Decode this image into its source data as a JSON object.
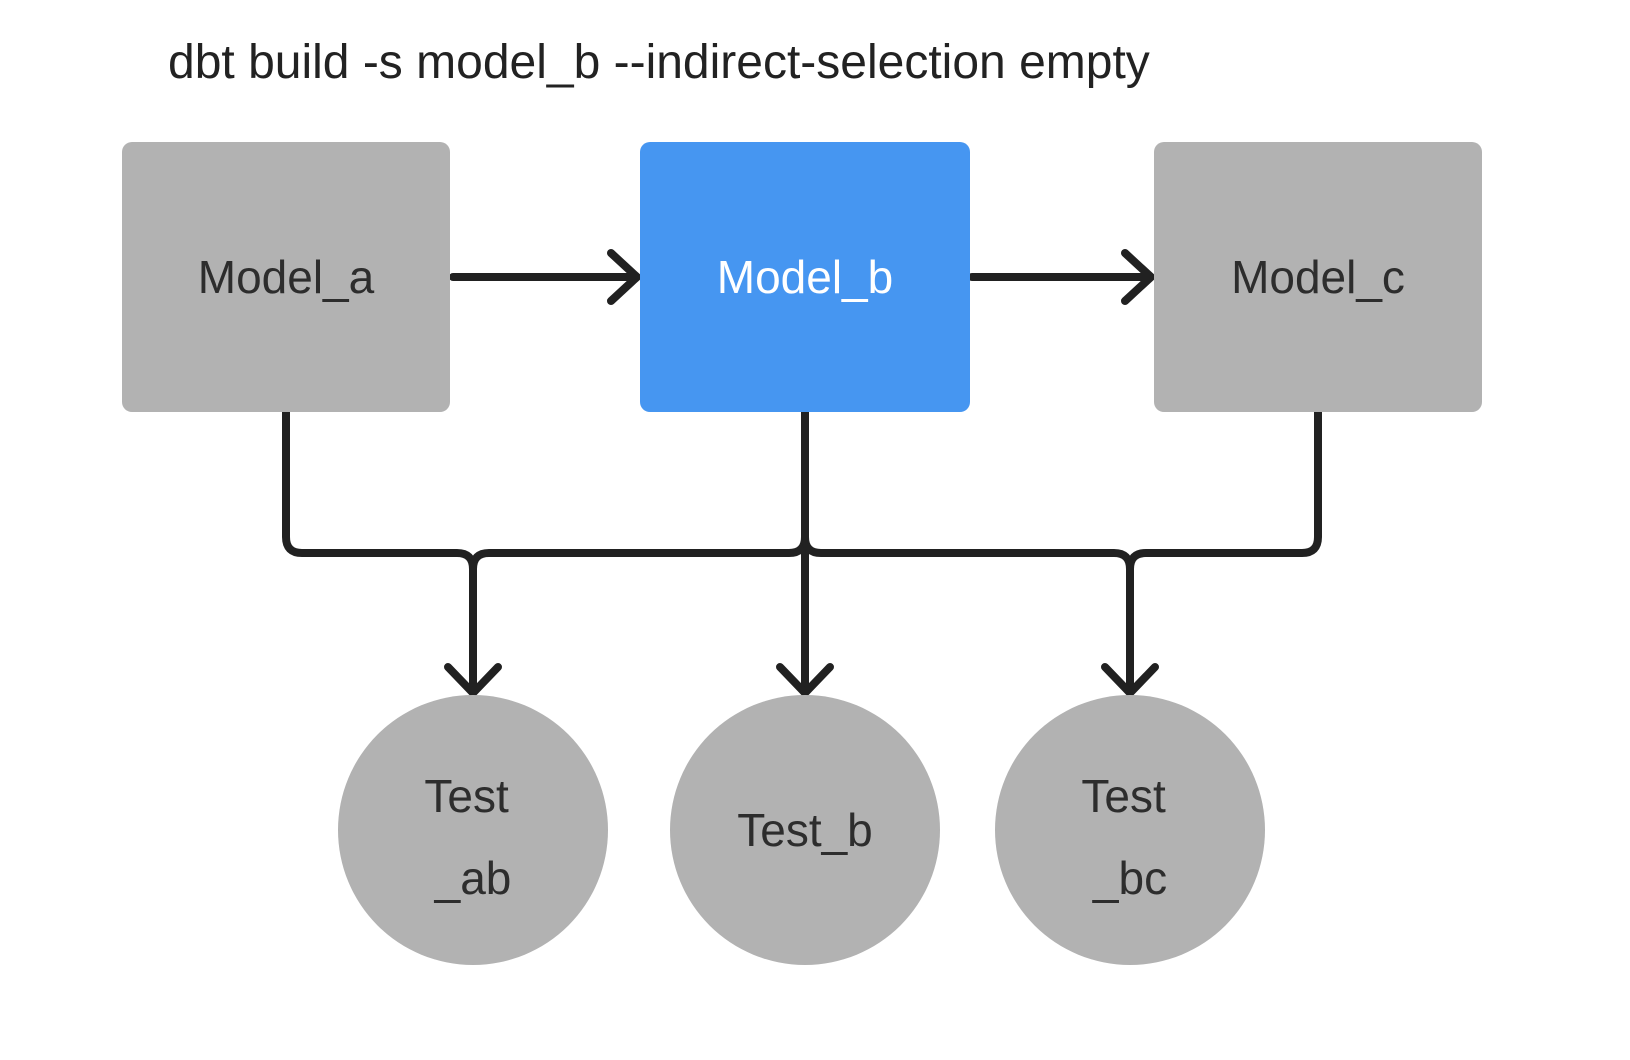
{
  "title": "dbt build -s model_b --indirect-selection empty",
  "colors": {
    "background": "#ffffff",
    "node_gray": "#b2b2b2",
    "selected_blue": "#4696f1",
    "edge_stroke": "#212121",
    "label_dark": "#2d2d2d",
    "label_light": "#ffffff",
    "title_text": "#222222"
  },
  "nodes": {
    "model_a": {
      "label": "Model_a",
      "type": "model",
      "state": "unselected"
    },
    "model_b": {
      "label": "Model_b",
      "type": "model",
      "state": "selected"
    },
    "model_c": {
      "label": "Model_c",
      "type": "model",
      "state": "unselected"
    },
    "test_ab": {
      "label": "Test_ab",
      "line1": "Test",
      "line2": "_ab",
      "type": "test",
      "state": "unselected"
    },
    "test_b": {
      "label": "Test_b",
      "type": "test",
      "state": "unselected"
    },
    "test_bc": {
      "label": "Test_bc",
      "line1": "Test",
      "line2": "_bc",
      "type": "test",
      "state": "unselected"
    }
  },
  "edges": [
    {
      "from": "Model_a",
      "to": "Model_b"
    },
    {
      "from": "Model_b",
      "to": "Model_c"
    },
    {
      "from": "Model_a",
      "to": "Test_ab"
    },
    {
      "from": "Model_b",
      "to": "Test_ab"
    },
    {
      "from": "Model_b",
      "to": "Test_b"
    },
    {
      "from": "Model_b",
      "to": "Test_bc"
    },
    {
      "from": "Model_c",
      "to": "Test_bc"
    }
  ]
}
